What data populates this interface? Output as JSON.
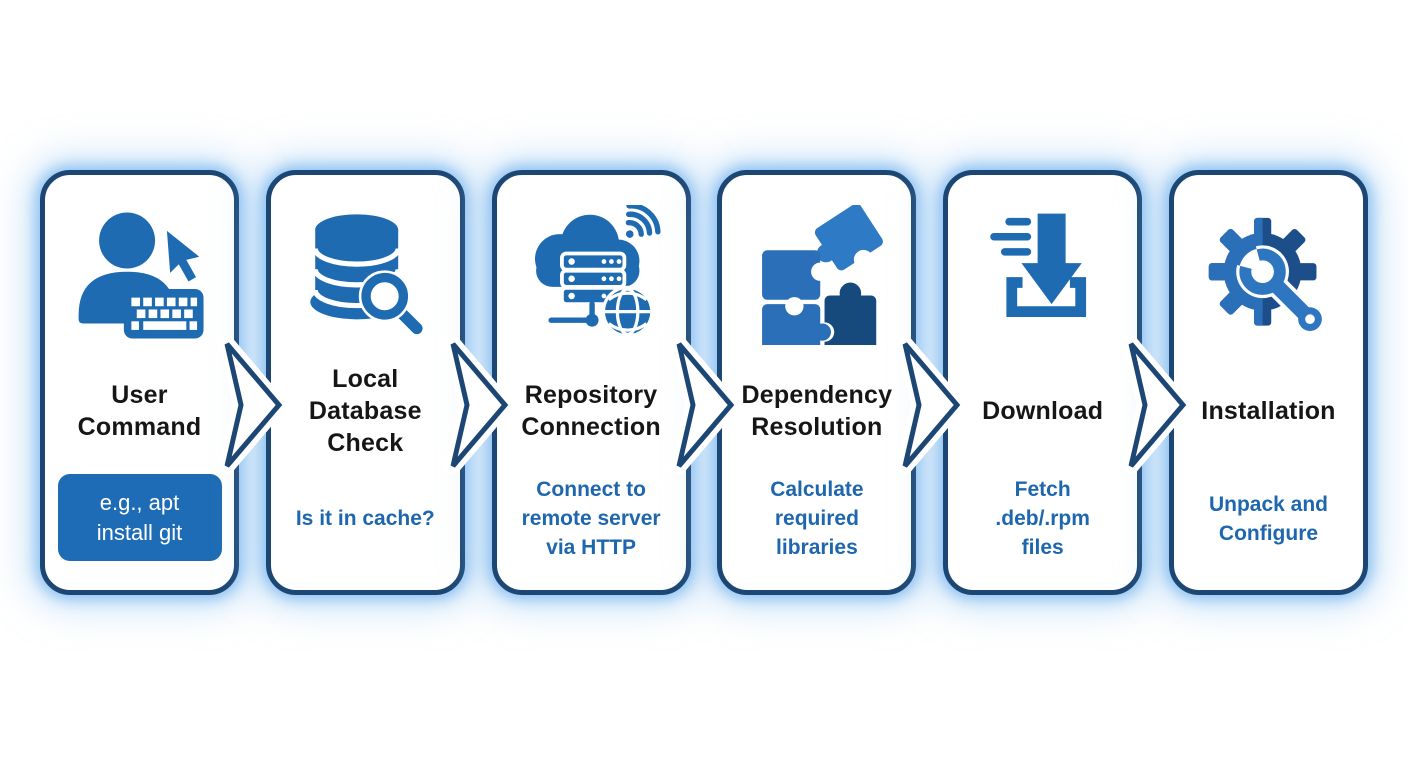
{
  "diagram": {
    "kind": "process-flow",
    "background": "#ffffff",
    "arrow_count": 5,
    "arrow_direction": "right"
  },
  "colors": {
    "card_border": "#1c4674",
    "glow": "#9cc9ef",
    "icon_blue": "#1e6bb2",
    "icon_blue_light": "#2e7ac4",
    "icon_blue_mid": "#2a6fb8",
    "icon_blue_dark": "#174a7c",
    "title_text": "#161616",
    "subtitle_text": "#1e67ae",
    "chip_bg": "#1e6cb5",
    "chip_text": "#ffffff",
    "arrow_fill": "#ffffff",
    "arrow_stroke": "#1c4674"
  },
  "steps": [
    {
      "title": "User Command",
      "subtitle": "e.g., apt install git",
      "icon": "user-command-icon",
      "subtitle_style": "chip"
    },
    {
      "title": "Local Database Check",
      "subtitle": "Is it in cache?",
      "icon": "database-search-icon",
      "subtitle_style": "text"
    },
    {
      "title": "Repository Connection",
      "subtitle": "Connect to remote server via HTTP",
      "icon": "cloud-server-icon",
      "subtitle_style": "text"
    },
    {
      "title": "Dependency Resolution",
      "subtitle": "Calculate required libraries",
      "icon": "puzzle-icon",
      "subtitle_style": "text"
    },
    {
      "title": "Download",
      "subtitle": "Fetch .deb/.rpm files",
      "icon": "download-icon",
      "subtitle_style": "text"
    },
    {
      "title": "Installation",
      "subtitle": "Unpack and Configure",
      "icon": "gear-wrench-icon",
      "subtitle_style": "text"
    }
  ]
}
